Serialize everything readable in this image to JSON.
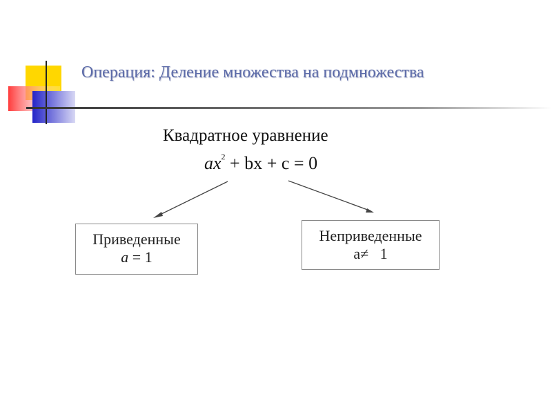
{
  "title": "Операция: Деление множества на подмножества",
  "subtitle": "Квадратное уравнение",
  "equation": {
    "a": "ax",
    "exp": "2",
    "rest": " + bx + c = 0"
  },
  "boxes": [
    {
      "label": "Приведенные",
      "cond_var": "a",
      "cond_rest": " = 1"
    },
    {
      "label": "Неприведенные",
      "cond_var": "a≠",
      "cond_rest": "   1"
    }
  ]
}
